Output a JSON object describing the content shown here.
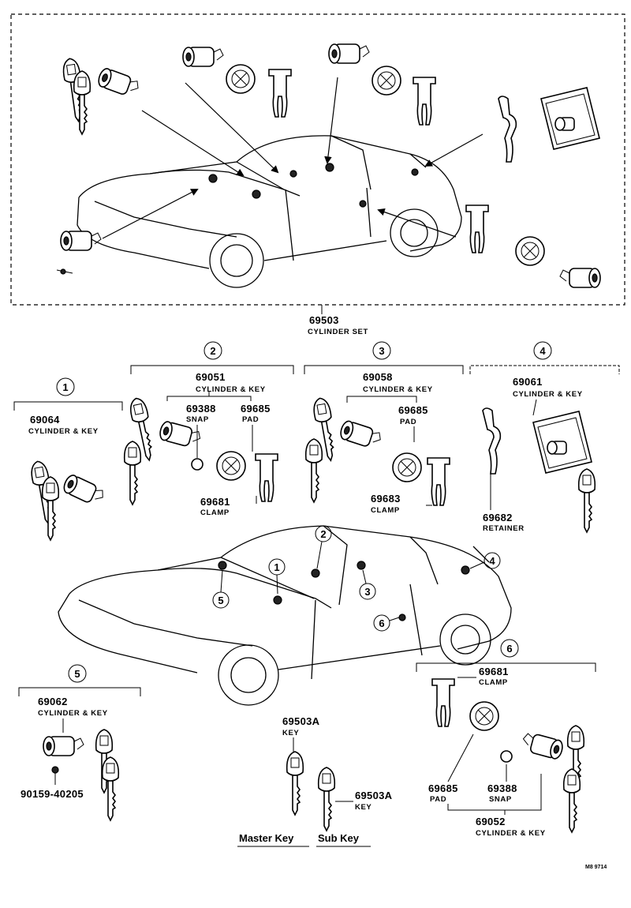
{
  "set": {
    "part_no": "69503",
    "name": "CYLINDER SET"
  },
  "callouts": [
    "1",
    "2",
    "3",
    "4",
    "5",
    "6"
  ],
  "groups": {
    "g1": {
      "part_no": "69064",
      "name": "CYLINDER & KEY"
    },
    "g2": {
      "part_no": "69051",
      "name": "CYLINDER & KEY",
      "snap_no": "69388",
      "snap_name": "SNAP",
      "pad_no": "69685",
      "pad_name": "PAD",
      "clamp_no": "69681",
      "clamp_name": "CLAMP"
    },
    "g3": {
      "part_no": "69058",
      "name": "CYLINDER & KEY",
      "pad_no": "69685",
      "pad_name": "PAD",
      "clamp_no": "69683",
      "clamp_name": "CLAMP"
    },
    "g4": {
      "part_no": "69061",
      "name": "CYLINDER & KEY",
      "retainer_no": "69682",
      "retainer_name": "RETAINER"
    },
    "g5": {
      "part_no": "69062",
      "name": "CYLINDER & KEY",
      "screw_no": "90159-40205"
    },
    "g6": {
      "clamp_no": "69681",
      "clamp_name": "CLAMP",
      "pad_no": "69685",
      "pad_name": "PAD",
      "snap_no": "69388",
      "snap_name": "SNAP",
      "part_no": "69052",
      "name": "CYLINDER & KEY"
    }
  },
  "keys": {
    "master_no": "69503A",
    "master_name": "KEY",
    "sub_no": "69503A",
    "sub_name": "KEY",
    "master_label": "Master Key",
    "sub_label": "Sub Key"
  },
  "ref": "M8 9714"
}
